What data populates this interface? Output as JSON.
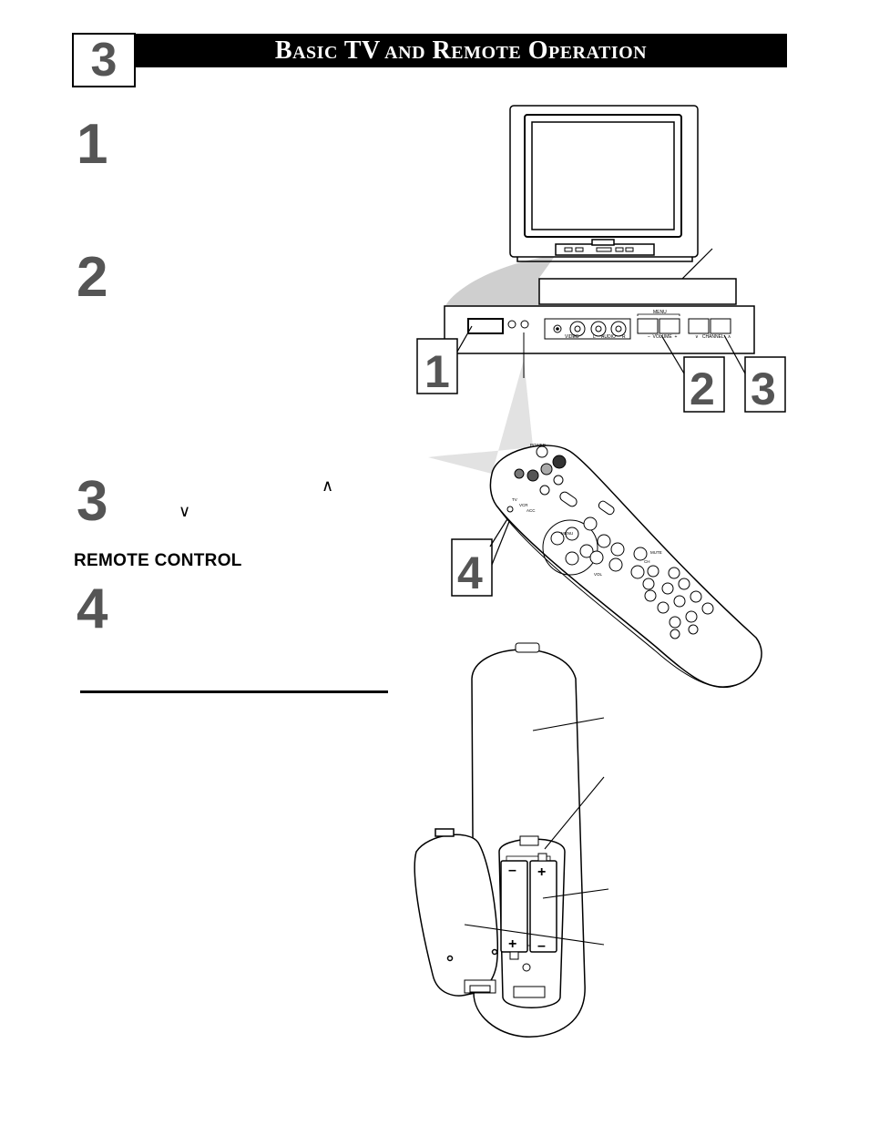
{
  "header": {
    "chapter_number": "3",
    "title_parts": [
      {
        "big": "B",
        "small": "ASIC"
      },
      {
        "big": " TV",
        "small": " AND"
      },
      {
        "big": " R",
        "small": "EMOTE"
      },
      {
        "big": " O",
        "small": "PERATION"
      }
    ]
  },
  "steps": [
    {
      "number": "1"
    },
    {
      "number": "2"
    },
    {
      "number": "3",
      "glyph_up": "∧",
      "glyph_down": "∨"
    },
    {
      "number": "4"
    }
  ],
  "remote_heading": "REMOTE CONTROL",
  "illustration": {
    "callouts": [
      "1",
      "2",
      "3",
      "4"
    ],
    "panel_labels": {
      "menu": "MENU",
      "volume": "–  VOLUME  +",
      "channel": "∨   CHANNEL   ∧",
      "video": "VIDEO",
      "audio": "AUDIO",
      "l": "L",
      "r": "R"
    },
    "remote_labels": {
      "power": "POWER",
      "tv": "TV",
      "vcr": "VCR",
      "acc": "ACC",
      "menu": "MENU",
      "vol": "VOL",
      "ch": "CH",
      "mute": "MUTE"
    },
    "battery_signs": {
      "plus": "+",
      "minus": "–"
    }
  }
}
